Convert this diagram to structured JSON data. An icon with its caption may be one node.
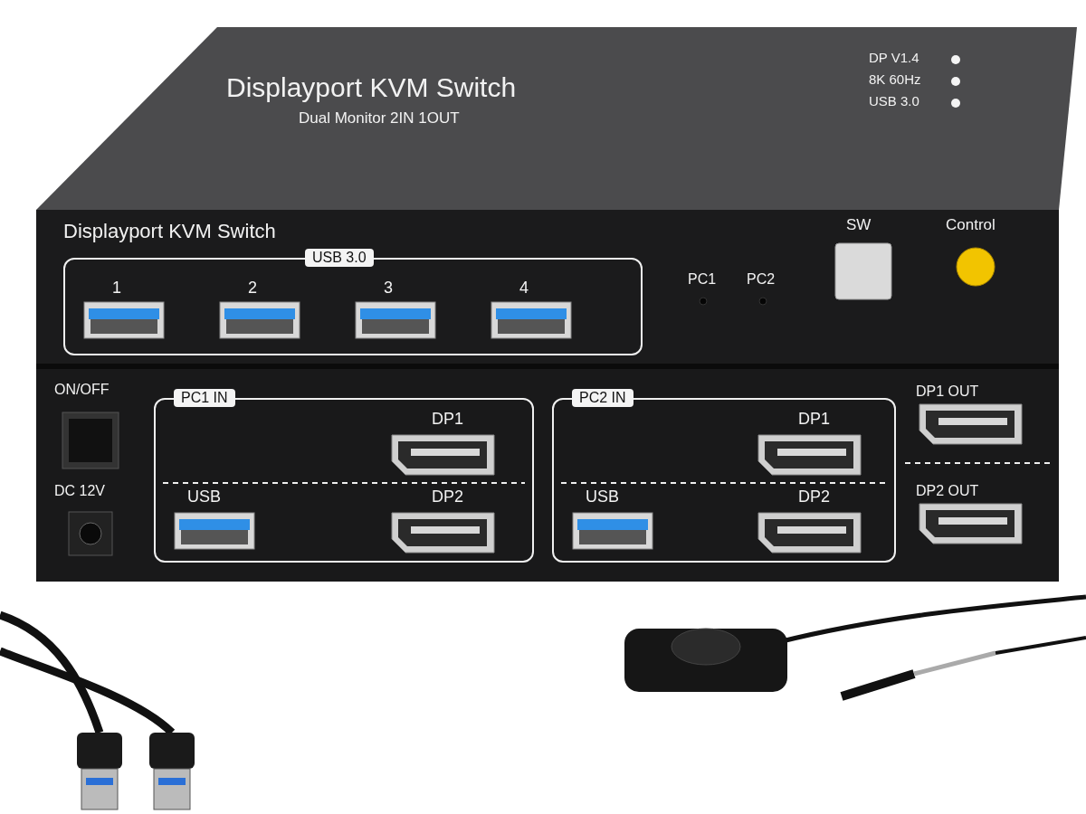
{
  "diagram": {
    "nodes": [
      {
        "text": [
          "USB 3.0",
          "1",
          "2",
          "3",
          "4"
        ]
      },
      {
        "text": [
          "PC1 IN",
          "DP1",
          "USB",
          "DP2"
        ]
      },
      {
        "text": [
          "PC2 IN",
          "DP1",
          "USB",
          "DP2"
        ]
      }
    ],
    "labels": [
      "Displayport KVM Switch",
      "Dual Monitor 2IN 1OUT",
      "DP V1.4",
      "8K 60Hz",
      "USB 3.0",
      "SW",
      "Control",
      "Displayport KVM Switch",
      "PC1",
      "PC2",
      "DP1 OUT",
      "DP2 OUT",
      "ON/OFF",
      "DC 12V"
    ]
  }
}
